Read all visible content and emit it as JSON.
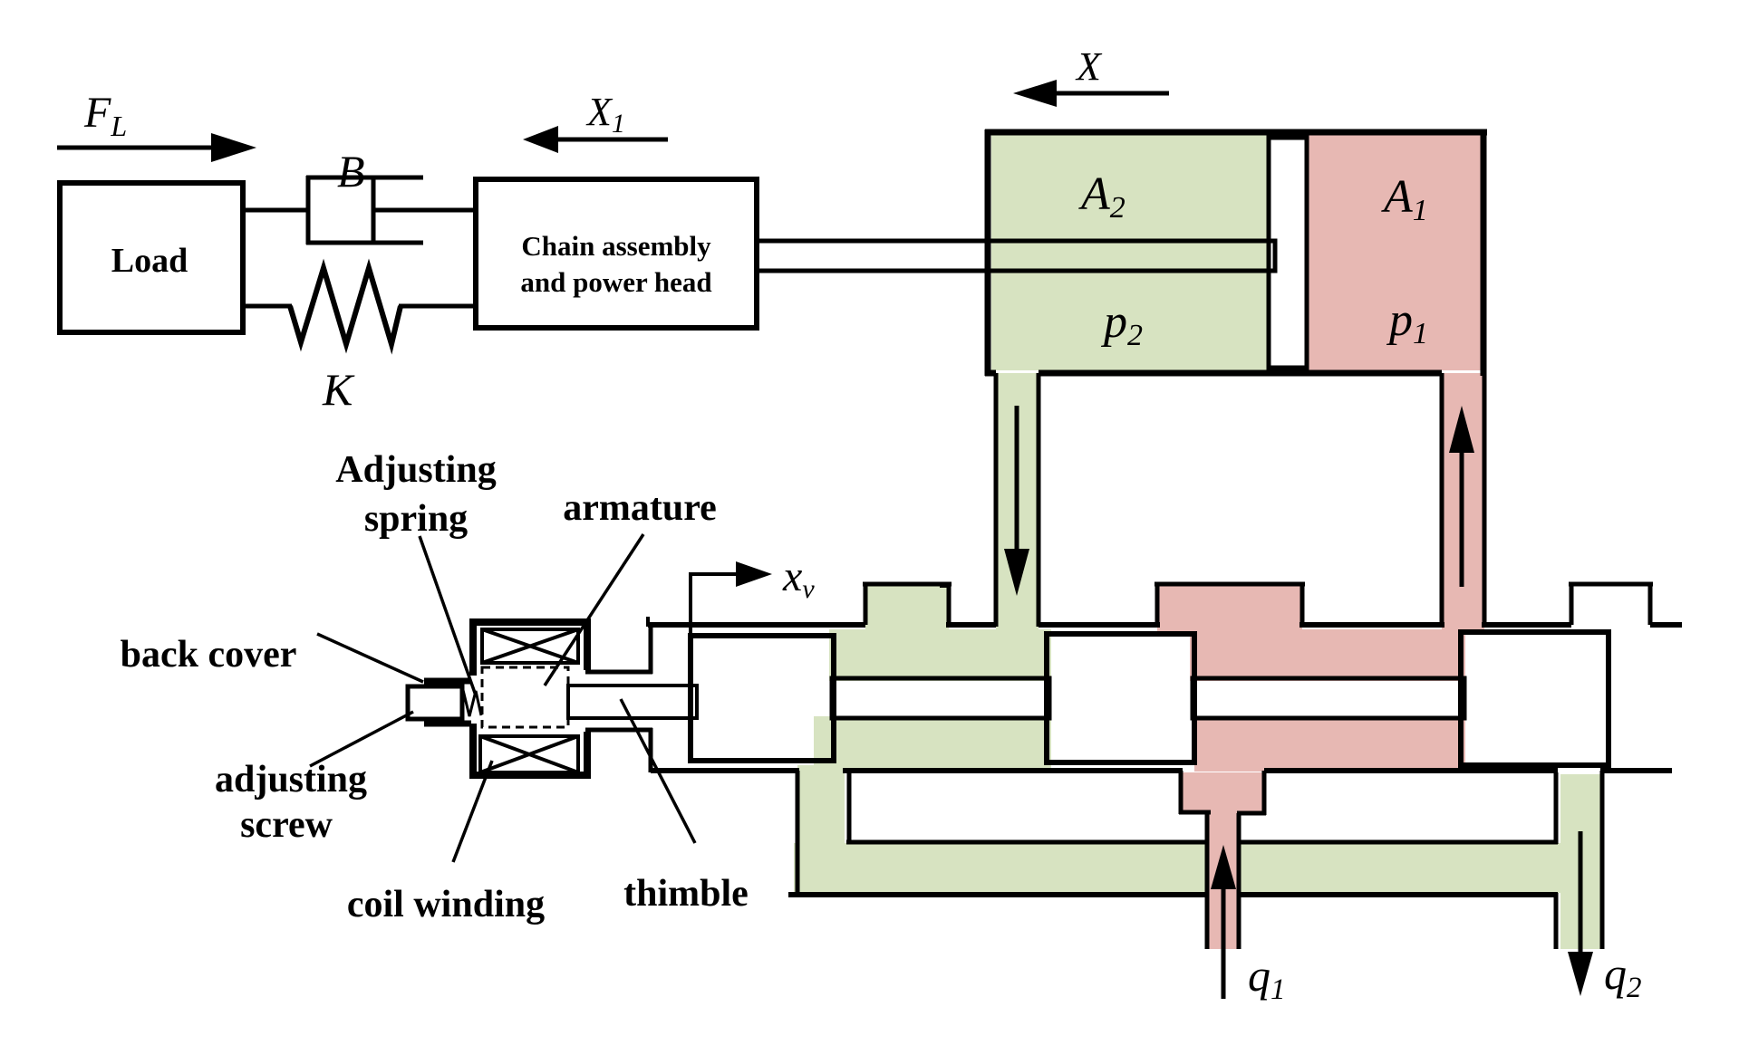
{
  "colors": {
    "fluid_green": "#d7e3c1",
    "fluid_red": "#e7b8b3",
    "metal_gray": "#c2c2c2",
    "box_gray": "#d9d9d9",
    "coil_gray": "#b3b3b3",
    "armature_gray": "#c9c9c9",
    "thimble_lavender": "#ded6ea",
    "line_black": "#000000"
  },
  "labels": {
    "force_load": {
      "main": "F",
      "sub": "L"
    },
    "damper": "B",
    "spring": "K",
    "load": "Load",
    "chain_box": {
      "line1": "Chain assembly",
      "line2": "and power head"
    },
    "x1": {
      "main": "X",
      "sub": "1"
    },
    "x": "X",
    "a2": {
      "main": "A",
      "sub": "2"
    },
    "p2": {
      "main": "p",
      "sub": "2"
    },
    "a1": {
      "main": "A",
      "sub": "1"
    },
    "p1": {
      "main": "p",
      "sub": "1"
    },
    "xv": {
      "main": "x",
      "sub": "v"
    },
    "q1": {
      "main": "q",
      "sub": "1"
    },
    "q2": {
      "main": "q",
      "sub": "2"
    },
    "adjusting_spring": {
      "line1": "Adjusting",
      "line2": "spring"
    },
    "armature": "armature",
    "back_cover": "back cover",
    "adjusting_screw": {
      "line1": "adjusting",
      "line2": "screw"
    },
    "coil_winding": "coil winding",
    "thimble": "thimble"
  }
}
